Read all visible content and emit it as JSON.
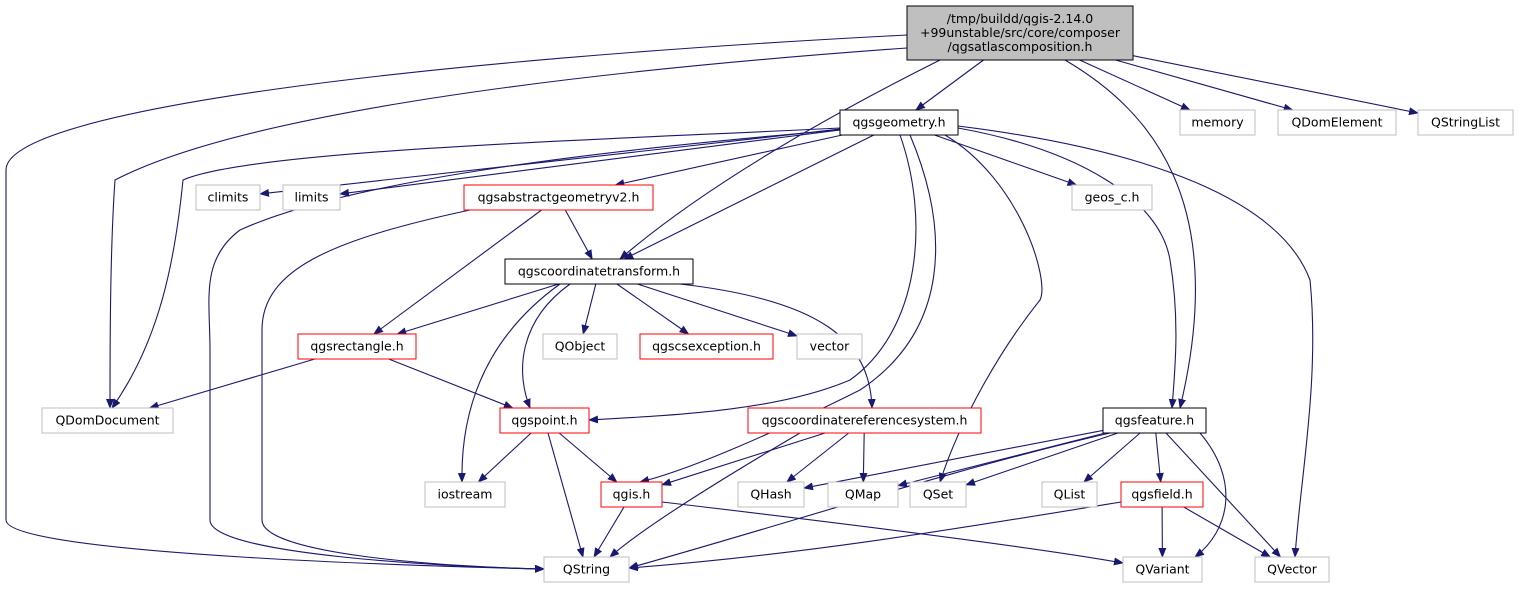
{
  "colors": {
    "edge": "#191970",
    "border_root": "#000000",
    "fill_root": "#bfbfbf",
    "border_documented": "#000000",
    "border_header_red": "#ff0000",
    "border_external": "#bfbfbf",
    "fill_default": "#ffffff"
  },
  "nodes": [
    {
      "id": "root",
      "kind": "root",
      "lines": [
        "/tmp/buildd/qgis-2.14.0",
        "+99unstable/src/core/composer",
        "/qgsatlascomposition.h"
      ]
    },
    {
      "id": "qgsgeometry",
      "kind": "documented",
      "lines": [
        "qgsgeometry.h"
      ]
    },
    {
      "id": "memory",
      "kind": "external",
      "lines": [
        "memory"
      ]
    },
    {
      "id": "qdomelement",
      "kind": "external",
      "lines": [
        "QDomElement"
      ]
    },
    {
      "id": "qstringlist",
      "kind": "external",
      "lines": [
        "QStringList"
      ]
    },
    {
      "id": "climits",
      "kind": "external",
      "lines": [
        "climits"
      ]
    },
    {
      "id": "limits",
      "kind": "external",
      "lines": [
        "limits"
      ]
    },
    {
      "id": "qgsabstractgeometryv2",
      "kind": "red",
      "lines": [
        "qgsabstractgeometryv2.h"
      ]
    },
    {
      "id": "geos_c",
      "kind": "external",
      "lines": [
        "geos_c.h"
      ]
    },
    {
      "id": "qgscoordinatetransform",
      "kind": "documented",
      "lines": [
        "qgscoordinatetransform.h"
      ]
    },
    {
      "id": "qgsrectangle",
      "kind": "red",
      "lines": [
        "qgsrectangle.h"
      ]
    },
    {
      "id": "qobject",
      "kind": "external",
      "lines": [
        "QObject"
      ]
    },
    {
      "id": "qgscsexception",
      "kind": "red",
      "lines": [
        "qgscsexception.h"
      ]
    },
    {
      "id": "vector",
      "kind": "external",
      "lines": [
        "vector"
      ]
    },
    {
      "id": "qdomdocument",
      "kind": "external",
      "lines": [
        "QDomDocument"
      ]
    },
    {
      "id": "qgspoint",
      "kind": "red",
      "lines": [
        "qgspoint.h"
      ]
    },
    {
      "id": "qgscoordinatereferencesystem",
      "kind": "red",
      "lines": [
        "qgscoordinatereferencesystem.h"
      ]
    },
    {
      "id": "qgsfeature",
      "kind": "documented",
      "lines": [
        "qgsfeature.h"
      ]
    },
    {
      "id": "iostream",
      "kind": "external",
      "lines": [
        "iostream"
      ]
    },
    {
      "id": "qgis",
      "kind": "red",
      "lines": [
        "qgis.h"
      ]
    },
    {
      "id": "qhash",
      "kind": "external",
      "lines": [
        "QHash"
      ]
    },
    {
      "id": "qmap",
      "kind": "external",
      "lines": [
        "QMap"
      ]
    },
    {
      "id": "qset",
      "kind": "external",
      "lines": [
        "QSet"
      ]
    },
    {
      "id": "qlist",
      "kind": "external",
      "lines": [
        "QList"
      ]
    },
    {
      "id": "qgsfield",
      "kind": "red",
      "lines": [
        "qgsfield.h"
      ]
    },
    {
      "id": "qstring",
      "kind": "external",
      "lines": [
        "QString"
      ]
    },
    {
      "id": "qvariant",
      "kind": "external",
      "lines": [
        "QVariant"
      ]
    },
    {
      "id": "qvector",
      "kind": "external",
      "lines": [
        "QVector"
      ]
    }
  ],
  "edges": [
    [
      "root",
      "qgsgeometry"
    ],
    [
      "root",
      "memory"
    ],
    [
      "root",
      "qdomelement"
    ],
    [
      "root",
      "qstringlist"
    ],
    [
      "root",
      "qgscoordinatetransform"
    ],
    [
      "root",
      "qdomdocument"
    ],
    [
      "root",
      "qgsfeature"
    ],
    [
      "root",
      "qstring"
    ],
    [
      "qgsgeometry",
      "climits"
    ],
    [
      "qgsgeometry",
      "limits"
    ],
    [
      "qgsgeometry",
      "qgsabstractgeometryv2"
    ],
    [
      "qgsgeometry",
      "geos_c"
    ],
    [
      "qgsgeometry",
      "qgscoordinatetransform"
    ],
    [
      "qgsgeometry",
      "qdomdocument"
    ],
    [
      "qgsgeometry",
      "qgspoint"
    ],
    [
      "qgsgeometry",
      "qgis"
    ],
    [
      "qgsgeometry",
      "qset"
    ],
    [
      "qgsgeometry",
      "qgsfeature"
    ],
    [
      "qgsgeometry",
      "qvector"
    ],
    [
      "qgsgeometry",
      "qstring"
    ],
    [
      "qgsabstractgeometryv2",
      "qgscoordinatetransform"
    ],
    [
      "qgsabstractgeometryv2",
      "qgsrectangle"
    ],
    [
      "qgsabstractgeometryv2",
      "qstring"
    ],
    [
      "qgscoordinatetransform",
      "qgsrectangle"
    ],
    [
      "qgscoordinatetransform",
      "qobject"
    ],
    [
      "qgscoordinatetransform",
      "qgscsexception"
    ],
    [
      "qgscoordinatetransform",
      "vector"
    ],
    [
      "qgscoordinatetransform",
      "qgspoint"
    ],
    [
      "qgscoordinatetransform",
      "iostream"
    ],
    [
      "qgscoordinatetransform",
      "qgscoordinatereferencesystem"
    ],
    [
      "qgsrectangle",
      "qdomdocument"
    ],
    [
      "qgsrectangle",
      "qgspoint"
    ],
    [
      "qgspoint",
      "iostream"
    ],
    [
      "qgspoint",
      "qgis"
    ],
    [
      "qgspoint",
      "qstring"
    ],
    [
      "qgscoordinatereferencesystem",
      "qgis"
    ],
    [
      "qgscoordinatereferencesystem",
      "qhash"
    ],
    [
      "qgscoordinatereferencesystem",
      "qmap"
    ],
    [
      "qgscoordinatereferencesystem",
      "qstring"
    ],
    [
      "qgsfeature",
      "qhash"
    ],
    [
      "qgsfeature",
      "qmap"
    ],
    [
      "qgsfeature",
      "qset"
    ],
    [
      "qgsfeature",
      "qlist"
    ],
    [
      "qgsfeature",
      "qgsfield"
    ],
    [
      "qgsfeature",
      "qvariant"
    ],
    [
      "qgsfeature",
      "qvector"
    ],
    [
      "qgsfeature",
      "qstring"
    ],
    [
      "qgis",
      "qstring"
    ],
    [
      "qgis",
      "qvariant"
    ],
    [
      "qgsfield",
      "qstring"
    ],
    [
      "qgsfield",
      "qvariant"
    ],
    [
      "qgsfield",
      "qvector"
    ]
  ]
}
